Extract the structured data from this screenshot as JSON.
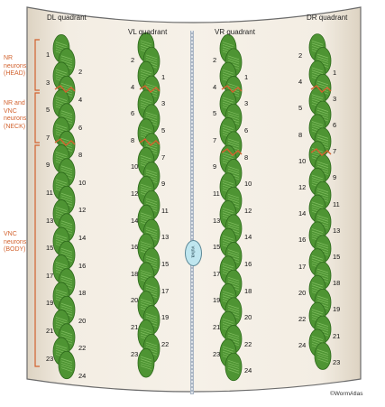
{
  "quadrants": [
    {
      "label": "DL quadrant",
      "cells": [
        "1",
        "2",
        "3",
        "4",
        "5",
        "6",
        "7",
        "8",
        "9",
        "10",
        "11",
        "12",
        "13",
        "14",
        "15",
        "16",
        "17",
        "18",
        "19",
        "20",
        "21",
        "22",
        "23",
        "24"
      ]
    },
    {
      "label": "VL quadrant",
      "cells": [
        "2",
        "1",
        "4",
        "3",
        "6",
        "5",
        "8",
        "7",
        "10",
        "9",
        "12",
        "11",
        "14",
        "13",
        "16",
        "15",
        "18",
        "17",
        "20",
        "19",
        "21",
        "22",
        "23"
      ]
    },
    {
      "label": "VR quadrant",
      "cells": [
        "2",
        "1",
        "4",
        "3",
        "5",
        "6",
        "7",
        "8",
        "9",
        "10",
        "11",
        "12",
        "13",
        "14",
        "15",
        "16",
        "17",
        "18",
        "19",
        "20",
        "21",
        "22",
        "23",
        "24"
      ]
    },
    {
      "label": "DR quadrant",
      "cells": [
        "2",
        "1",
        "4",
        "3",
        "5",
        "6",
        "8",
        "7",
        "10",
        "9",
        "12",
        "11",
        "14",
        "13",
        "16",
        "15",
        "17",
        "18",
        "20",
        "19",
        "22",
        "21",
        "24",
        "23"
      ]
    }
  ],
  "regions": [
    {
      "lines": [
        "NR",
        "neurons",
        "(HEAD)"
      ]
    },
    {
      "lines": [
        "NR and",
        "VNC",
        "neurons",
        "(NECK)"
      ]
    },
    {
      "lines": [
        "VNC",
        "neurons",
        "(BODY)"
      ]
    }
  ],
  "center_label": "vulva",
  "credit": "©WormAtlas",
  "colors": {
    "background": "#f2ebdf",
    "muscle": "#4e9433",
    "muscle_dark": "#2e6a1c",
    "muscle_light": "#8cc86a",
    "region_boundary": "#d2622e",
    "divider": "#9aa8b8"
  }
}
